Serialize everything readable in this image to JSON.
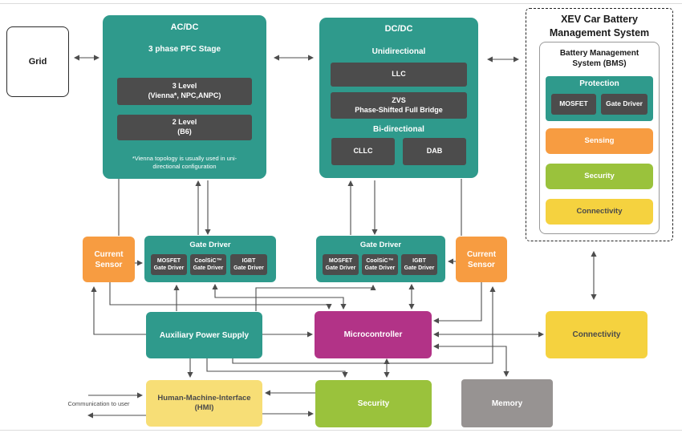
{
  "colors": {
    "teal": "#2F9A8C",
    "dark_slate": "#4C4C4C",
    "orange": "#F79C41",
    "magenta": "#B23387",
    "yellow": "#F5D23F",
    "light_yellow": "#F7DE76",
    "green": "#9AC23C",
    "gray": "#979392",
    "wire": "#4D4D4D"
  },
  "diagram": {
    "grid": {
      "label": "Grid"
    },
    "acdc": {
      "title": "AC/DC",
      "subtitle": "3 phase PFC Stage",
      "option1_line1": "3 Level",
      "option1_line2": "(Vienna*, NPC,ANPC)",
      "option2_line1": "2 Level",
      "option2_line2": "(B6)",
      "footnote_line1": "*Vienna topology is usually used in uni-",
      "footnote_line2": "directional configuration"
    },
    "dcdc": {
      "title": "DC/DC",
      "subtitle": "Unidirectional",
      "llc": "LLC",
      "zvs_line1": "ZVS",
      "zvs_line2": "Phase-Shifted Full Bridge",
      "bidirectional_label": "Bi-directional",
      "cllc": "CLLC",
      "dab": "DAB"
    },
    "bms_panel": {
      "title_line1": "XEV Car Battery",
      "title_line2": "Management System",
      "inner_title_line1": "Battery Management",
      "inner_title_line2": "System (BMS)",
      "protection": {
        "title": "Protection",
        "mosfet": "MOSFET",
        "gate_driver": "Gate Driver"
      },
      "sensing": "Sensing",
      "security": "Security",
      "connectivity": "Connectivity"
    },
    "current_sensor_left": {
      "line1": "Current",
      "line2": "Sensor"
    },
    "current_sensor_right": {
      "line1": "Current",
      "line2": "Sensor"
    },
    "gate_driver_left": {
      "title": "Gate Driver",
      "items": [
        {
          "line1": "MOSFET",
          "line2": "Gate Driver"
        },
        {
          "line1": "CoolSiC™",
          "line2": "Gate Driver"
        },
        {
          "line1": "IGBT",
          "line2": "Gate Driver"
        }
      ]
    },
    "gate_driver_right": {
      "title": "Gate Driver",
      "items": [
        {
          "line1": "MOSFET",
          "line2": "Gate Driver"
        },
        {
          "line1": "CoolSiC™",
          "line2": "Gate Driver"
        },
        {
          "line1": "IGBT",
          "line2": "Gate Driver"
        }
      ]
    },
    "aux_power_supply": {
      "label": "Auxiliary Power Supply"
    },
    "microcontroller": {
      "label": "Microcontroller"
    },
    "connectivity": {
      "label": "Connectivity"
    },
    "hmi": {
      "line1": "Human-Machine-Interface",
      "line2": "(HMI)"
    },
    "security": {
      "label": "Security"
    },
    "memory": {
      "label": "Memory"
    },
    "comm_note": "Communication to user"
  }
}
